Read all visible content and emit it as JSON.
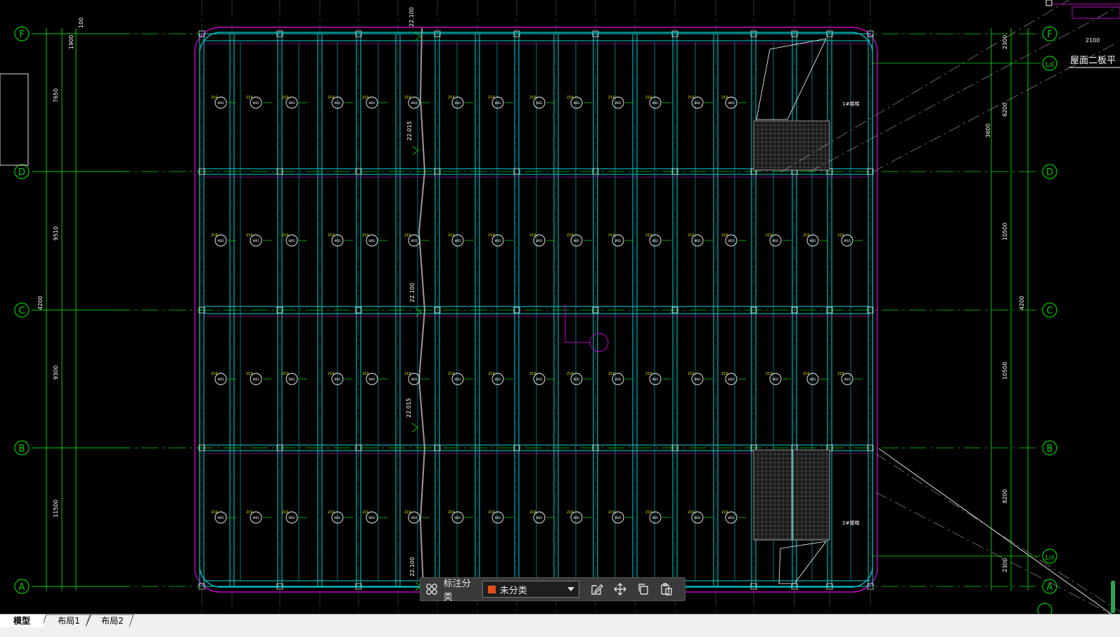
{
  "drawing": {
    "grid_rows": [
      "F",
      "1/E",
      "D",
      "C",
      "B",
      "1/A",
      "A"
    ],
    "section_title": "屋面二板平",
    "dims_left": [
      "100",
      "1900",
      "7650",
      "9510",
      "9300",
      "11500",
      "4200"
    ],
    "dims_right": [
      "2100",
      "2300",
      "6200",
      "10500",
      "10500",
      "8200",
      "2300",
      "3600",
      "4200"
    ],
    "level_labels": [
      "22.100",
      "22.015",
      "22.100",
      "22.015",
      "22.100"
    ],
    "room_labels": [
      "1#楼梯",
      "2#楼梯"
    ],
    "cell_mark": "WB1",
    "colors": {
      "grid": "#00cc00",
      "beam": "#00d4d4",
      "outline": "#c000c0",
      "text_yellow": "#e8e800",
      "white": "#ffffff"
    }
  },
  "toolbar": {
    "label": "标注分类",
    "selected_category": "未分类",
    "swatch_color": "#e8501a",
    "icons": [
      "edit-icon",
      "move-icon",
      "copy-icon",
      "paste-icon"
    ]
  },
  "tabs": [
    {
      "label": "模型",
      "active": true
    },
    {
      "label": "布局1",
      "active": false
    },
    {
      "label": "布局2",
      "active": false
    }
  ]
}
